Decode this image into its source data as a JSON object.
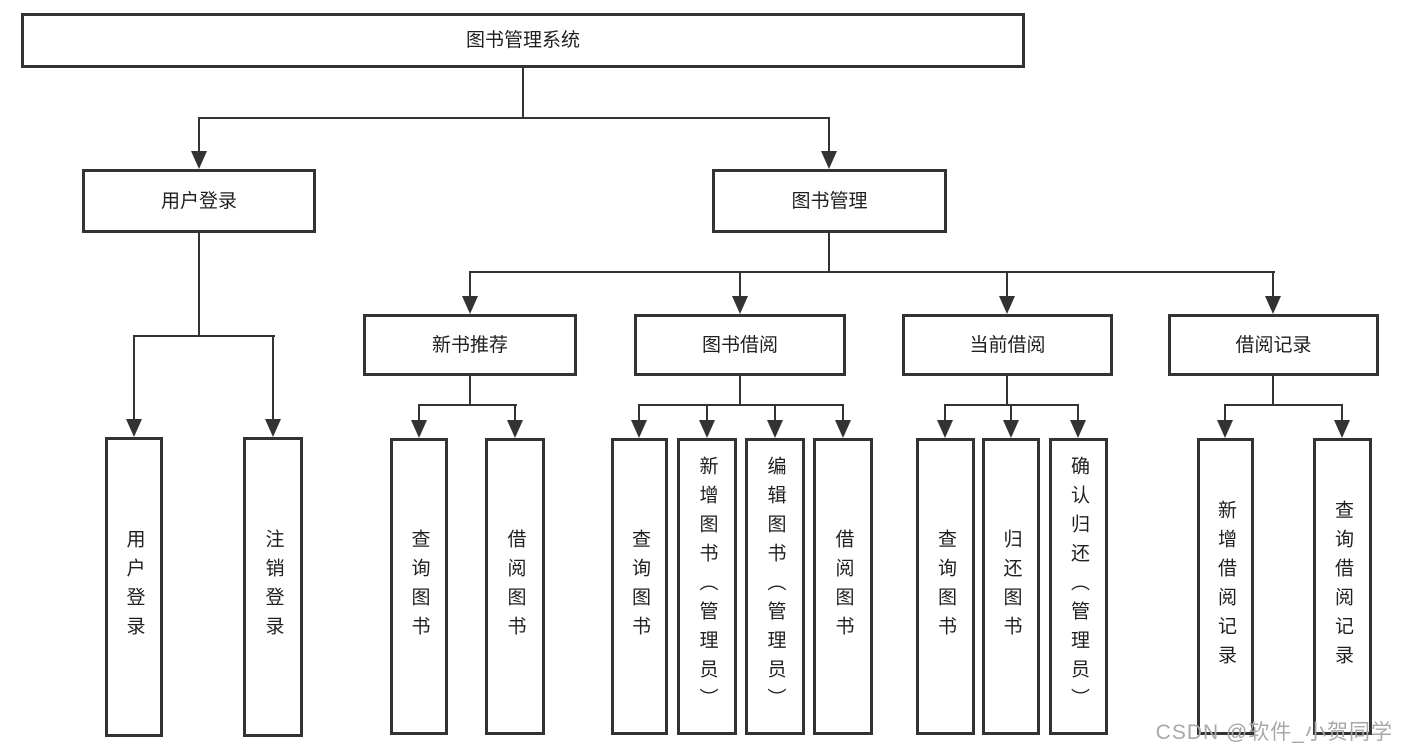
{
  "root": {
    "label": "图书管理系统"
  },
  "branches": [
    {
      "label": "用户登录",
      "children": [
        {
          "label": "用户登录"
        },
        {
          "label": "注销登录"
        }
      ]
    },
    {
      "label": "图书管理",
      "groups": [
        {
          "label": "新书推荐",
          "children": [
            {
              "label": "查询图书"
            },
            {
              "label": "借阅图书"
            }
          ]
        },
        {
          "label": "图书借阅",
          "children": [
            {
              "label": "查询图书"
            },
            {
              "label": "新增图书（管理员）"
            },
            {
              "label": "编辑图书（管理员）"
            },
            {
              "label": "借阅图书"
            }
          ]
        },
        {
          "label": "当前借阅",
          "children": [
            {
              "label": "查询图书"
            },
            {
              "label": "归还图书"
            },
            {
              "label": "确认归还（管理员）"
            }
          ]
        },
        {
          "label": "借阅记录",
          "children": [
            {
              "label": "新增借阅记录"
            },
            {
              "label": "查询借阅记录"
            }
          ]
        }
      ]
    }
  ],
  "watermark": {
    "text": "CSDN @软件_小贺同学"
  },
  "colors": {
    "line": "#333333",
    "text": "#1f1f1f",
    "watermark": "#a8a8a8",
    "background": "#ffffff"
  }
}
